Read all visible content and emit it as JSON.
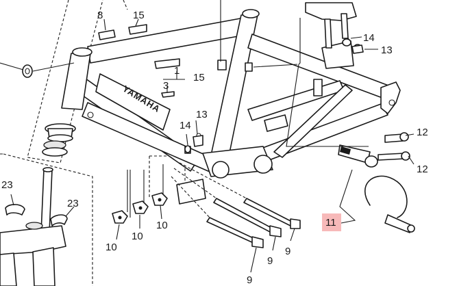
{
  "brand": {
    "frame_text": "YAMAHA"
  },
  "callouts": [
    {
      "id": "c8",
      "text": "8"
    },
    {
      "id": "c15a",
      "text": "15"
    },
    {
      "id": "c14a",
      "text": "14"
    },
    {
      "id": "c13a",
      "text": "13"
    },
    {
      "id": "c1",
      "text": "1"
    },
    {
      "id": "c15b",
      "text": "15"
    },
    {
      "id": "c3",
      "text": "3"
    },
    {
      "id": "c13b",
      "text": "13"
    },
    {
      "id": "c14b",
      "text": "14"
    },
    {
      "id": "c12a",
      "text": "12"
    },
    {
      "id": "c12b",
      "text": "12"
    },
    {
      "id": "c23a",
      "text": "23"
    },
    {
      "id": "c23b",
      "text": "23"
    },
    {
      "id": "c10a",
      "text": "10"
    },
    {
      "id": "c10b",
      "text": "10"
    },
    {
      "id": "c10c",
      "text": "10"
    },
    {
      "id": "c11",
      "text": "11"
    },
    {
      "id": "c9a",
      "text": "9"
    },
    {
      "id": "c9b",
      "text": "9"
    },
    {
      "id": "c9c",
      "text": "9"
    }
  ],
  "highlight_color": "#f7b9b9"
}
